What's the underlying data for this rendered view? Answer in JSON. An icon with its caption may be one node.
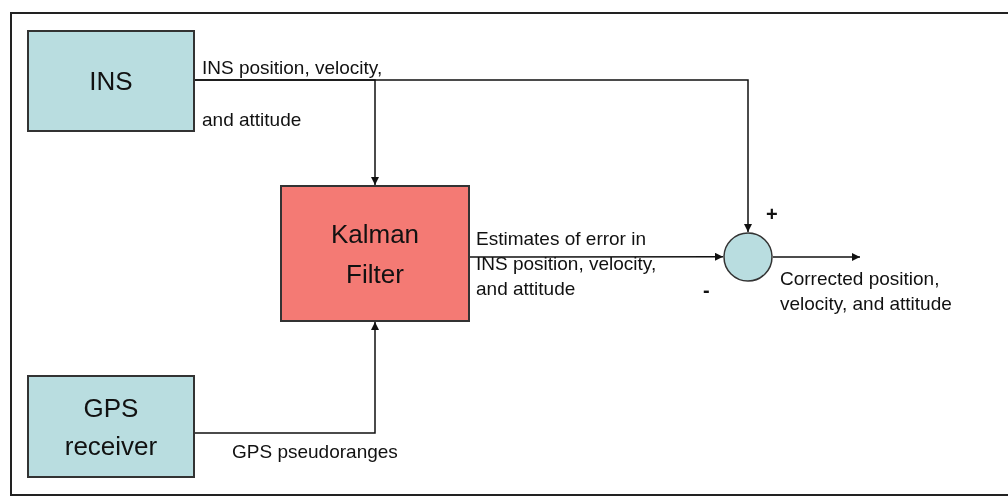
{
  "diagram": {
    "nodes": [
      {
        "text": [
          "INS"
        ]
      },
      {
        "text": [
          "Kalman Filter"
        ]
      },
      {
        "text": [
          "GPS receiver"
        ]
      },
      {
        "text": [],
        "shape": "circle"
      }
    ],
    "edges": [
      {
        "from": 0,
        "to": 1,
        "arrow": "to",
        "label": "INS position, velocity, and attitude"
      },
      {
        "from": 0,
        "to": 3,
        "arrow": "to"
      },
      {
        "from": 2,
        "to": 1,
        "arrow": "to",
        "label": "GPS pseudoranges"
      },
      {
        "from": 1,
        "to": 3,
        "arrow": "to",
        "label": "Estimates of error in INS position, velocity, and attitude"
      },
      {
        "from": 3,
        "to": null,
        "arrow": "to",
        "label": "Corrected position, velocity, and attitude"
      }
    ],
    "labels": [
      "+",
      "-"
    ]
  }
}
